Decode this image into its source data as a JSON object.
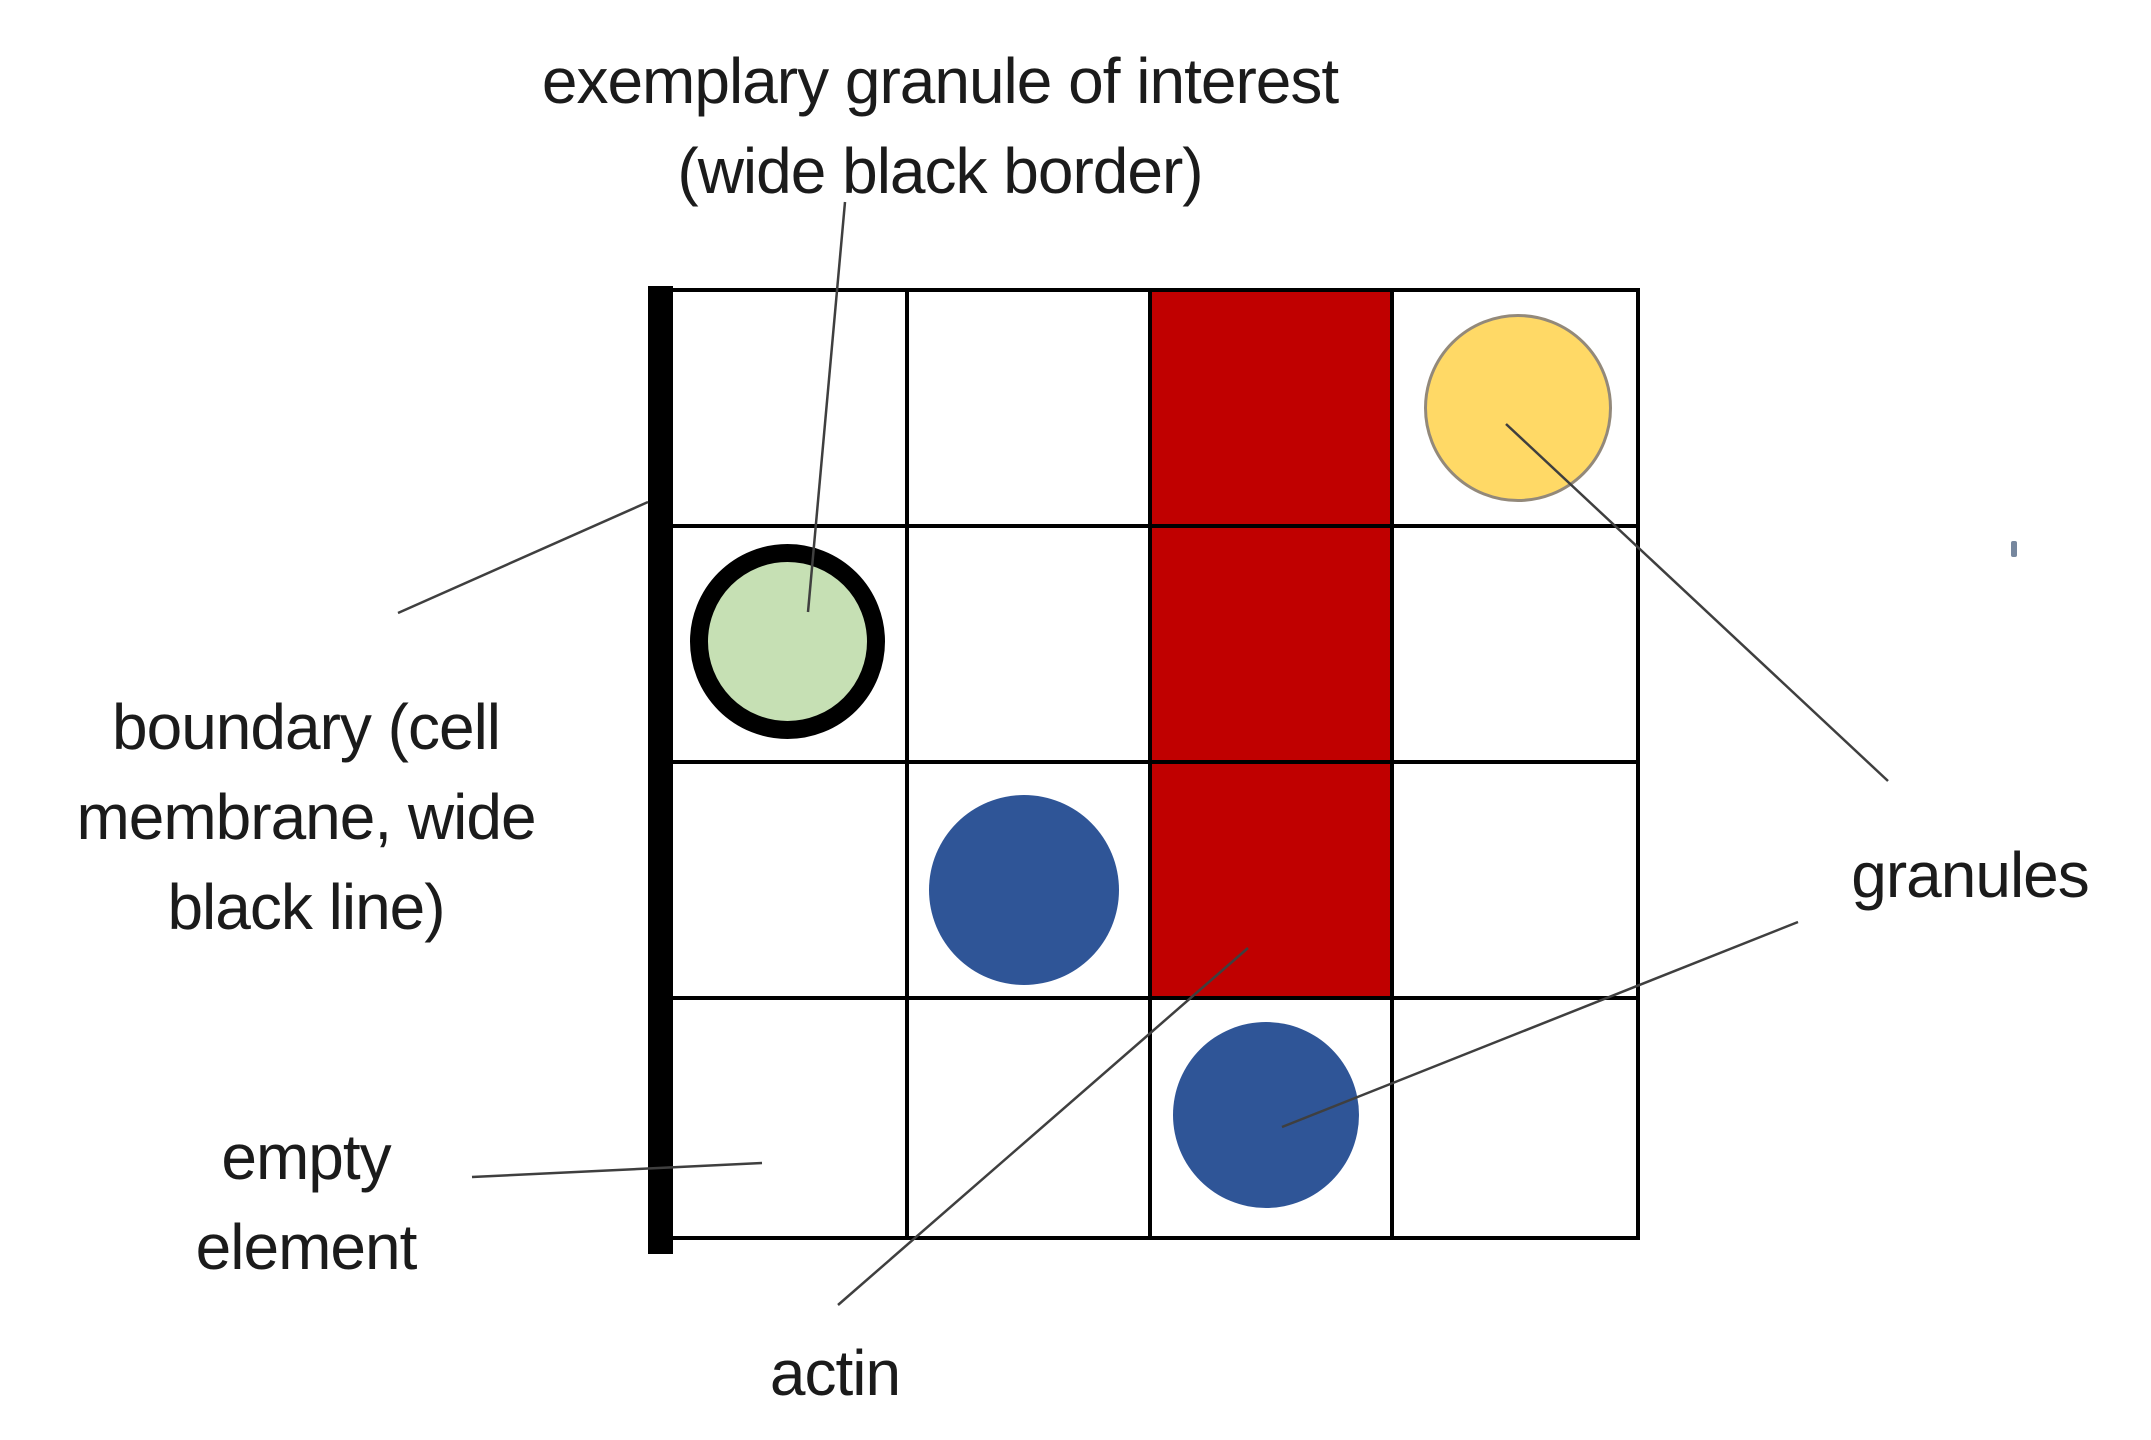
{
  "title": {
    "line1": "exemplary granule of interest",
    "line2": "(wide black border)"
  },
  "labels": {
    "boundary": {
      "line1": "boundary (cell",
      "line2": "membrane, wide",
      "line3": "black line)"
    },
    "empty_element": {
      "line1": "empty",
      "line2": "element"
    },
    "granules": "granules",
    "actin": "actin"
  },
  "grid": {
    "rows": 4,
    "cols": 4,
    "cells": [
      [
        "empty",
        "empty",
        "actin",
        "granule"
      ],
      [
        "granule_of_interest",
        "empty",
        "actin",
        "empty"
      ],
      [
        "empty",
        "granule",
        "actin",
        "empty"
      ],
      [
        "empty",
        "empty",
        "granule",
        "empty"
      ]
    ],
    "legend": {
      "red_cells": "actin",
      "thick_left_line": "boundary (cell membrane, wide black line)",
      "white_cells": "empty element",
      "circles": "granules",
      "wide_black_border_circle": "exemplary granule of interest"
    }
  },
  "colors": {
    "actin_red": "#C00000",
    "granule_blue": "#2F5597",
    "granule_green_fill": "#C6E0B4",
    "granule_yellow_fill": "#FFD966",
    "yellow_outline": "#93897A",
    "grid_line": "#000000",
    "leader_line": "#3F3F3F",
    "text": "#1B1B1B",
    "tick_mark": "#76879E"
  }
}
